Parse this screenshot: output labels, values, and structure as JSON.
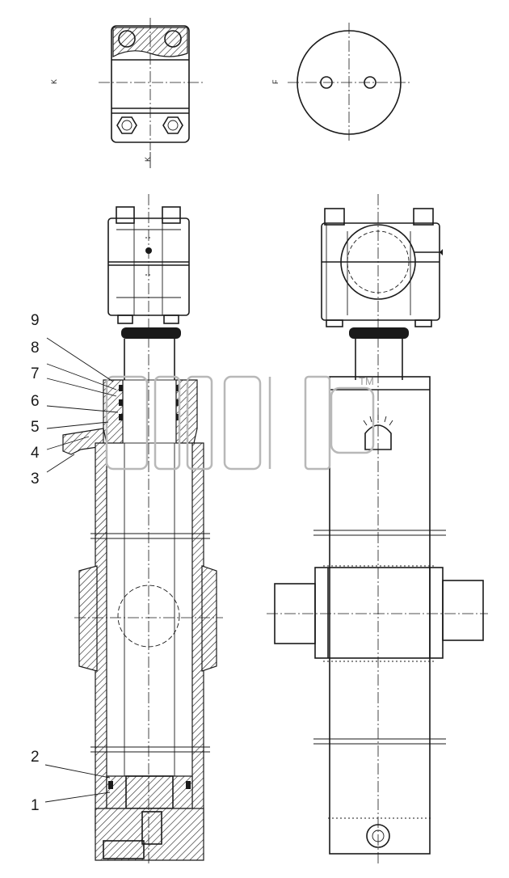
{
  "view_labels": {
    "k_left": "K",
    "k_bottom": "K",
    "f_label": "F"
  },
  "callouts": [
    {
      "number": "9"
    },
    {
      "number": "8"
    },
    {
      "number": "7"
    },
    {
      "number": "6"
    },
    {
      "number": "5"
    },
    {
      "number": "4"
    },
    {
      "number": "3"
    },
    {
      "number": "2"
    },
    {
      "number": "1"
    }
  ],
  "watermark": {
    "text": "TM"
  },
  "colors": {
    "line": "#1a1a1a",
    "watermark": "#b8b8b8",
    "background": "#ffffff"
  }
}
